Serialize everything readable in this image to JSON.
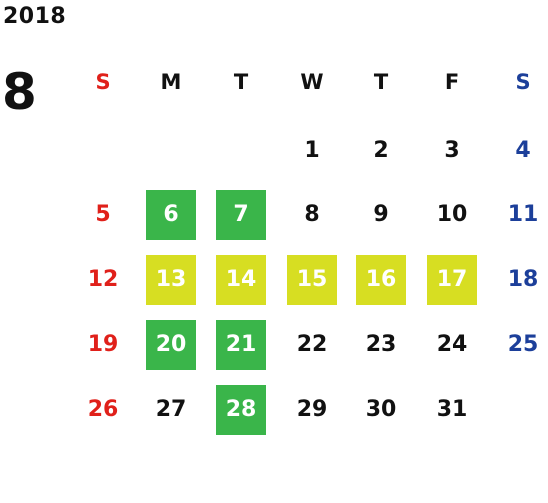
{
  "calendar": {
    "year": "2018",
    "month": "8",
    "weekdays": [
      "S",
      "M",
      "T",
      "W",
      "T",
      "F",
      "S"
    ],
    "colors": {
      "sunday": "#e0201a",
      "saturday": "#1c3f9a",
      "regular": "#111111",
      "highlight_green": "#3ab54a",
      "highlight_yellow": "#d7de22"
    },
    "weeks": [
      [
        "",
        "",
        "",
        "1",
        "2",
        "3",
        "4"
      ],
      [
        "5",
        "6",
        "7",
        "8",
        "9",
        "10",
        "11"
      ],
      [
        "12",
        "13",
        "14",
        "15",
        "16",
        "17",
        "18"
      ],
      [
        "19",
        "20",
        "21",
        "22",
        "23",
        "24",
        "25"
      ],
      [
        "26",
        "27",
        "28",
        "29",
        "30",
        "31",
        ""
      ]
    ],
    "highlights": {
      "green": [
        "6",
        "7",
        "20",
        "21",
        "28"
      ],
      "yellow": [
        "13",
        "14",
        "15",
        "16",
        "17"
      ]
    }
  }
}
